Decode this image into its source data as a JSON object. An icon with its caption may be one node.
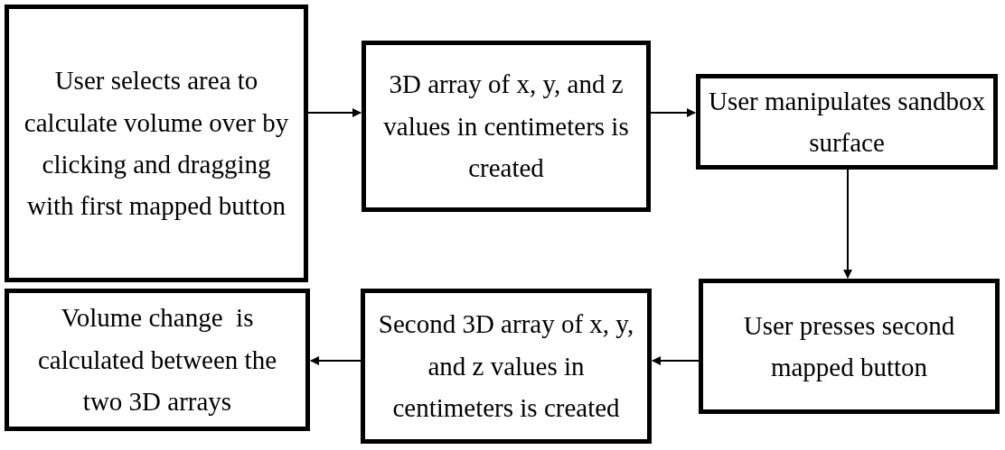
{
  "diagram": {
    "nodes": [
      {
        "text": [
          "User selects area to calculate volume over by clicking and dragging with first mapped button"
        ]
      },
      {
        "text": [
          "3D array of x, y, and z values in centimeters is created"
        ]
      },
      {
        "text": [
          "User manipulates sandbox surface"
        ]
      },
      {
        "text": [
          "User presses second mapped button"
        ]
      },
      {
        "text": [
          "Second 3D array of x, y, and z values in centimeters is created"
        ]
      },
      {
        "text": [
          "Volume change  is calculated between the two 3D arrays"
        ]
      }
    ],
    "edges": [
      {
        "from": 0,
        "to": 1,
        "arrow": "to"
      },
      {
        "from": 1,
        "to": 2,
        "arrow": "to"
      },
      {
        "from": 2,
        "to": 3,
        "arrow": "to"
      },
      {
        "from": 3,
        "to": 4,
        "arrow": "to"
      },
      {
        "from": 4,
        "to": 5,
        "arrow": "to"
      }
    ]
  }
}
